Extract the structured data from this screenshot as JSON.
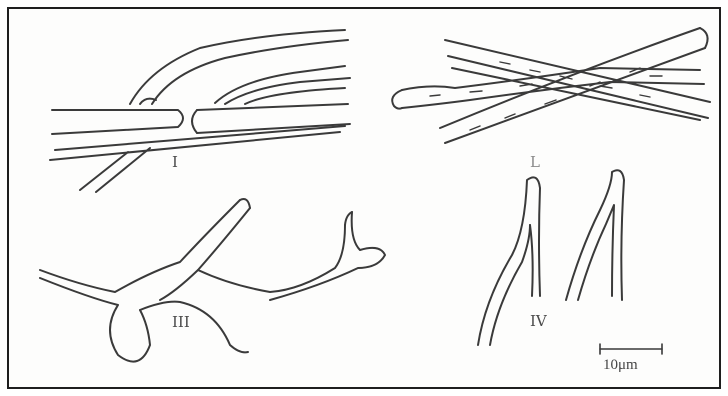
{
  "labels": {
    "panel_1": "I",
    "panel_2": "L",
    "panel_3": "III",
    "panel_4": "IV"
  },
  "scale_bar": {
    "text": "10μm"
  },
  "colors": {
    "ink": "#3a3a3a",
    "frame": "#1e1e1e",
    "background": "#fdfdfc"
  }
}
